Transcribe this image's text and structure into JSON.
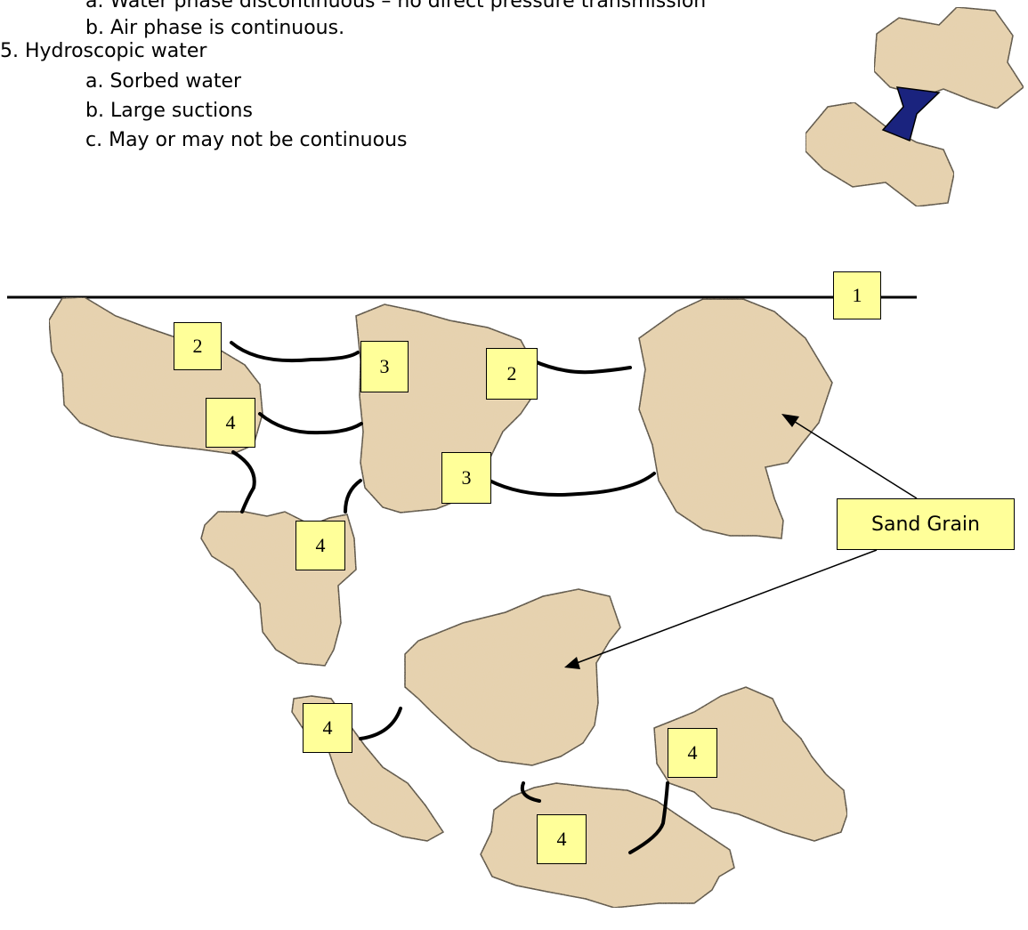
{
  "outline": {
    "line_4a": "a.  Water phase discontinuous – no direct pressure transmission",
    "line_4b": "b.  Air phase is continuous.",
    "line_5": "5.  Hydroscopic water",
    "line_5a": "a.  Sorbed water",
    "line_5b": "b.  Large suctions",
    "line_5c": "c.  May or may not be continuous"
  },
  "diagram": {
    "labels": {
      "surface": "1",
      "pendular_left": "2",
      "pendular_mid": "2",
      "funicular_top": "3",
      "funicular_bottom": "3",
      "hydroscopic_1": "4",
      "hydroscopic_2": "4",
      "hydroscopic_3": "4",
      "hydroscopic_4": "4",
      "hydroscopic_5": "4"
    },
    "sand_grain_label": "Sand Grain"
  },
  "colors": {
    "grain_fill": "#e6d2ad",
    "grain_stroke": "#000000",
    "water_bridge": "#1a237e",
    "label_fill": "#ffff99"
  }
}
